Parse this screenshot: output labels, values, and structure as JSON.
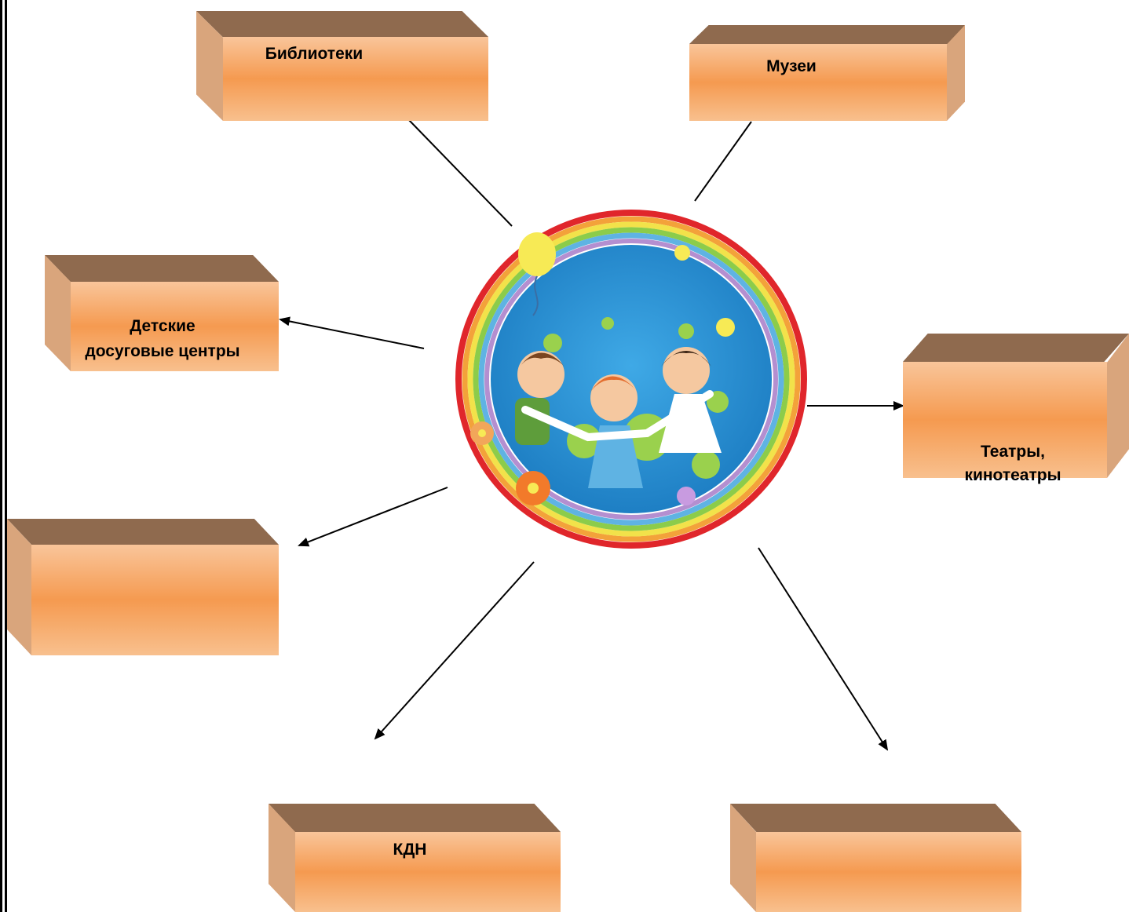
{
  "center": {
    "image": "children-rainbow-circle-illustration"
  },
  "nodes": [
    {
      "id": "libraries",
      "label": "Библиотеки"
    },
    {
      "id": "museums",
      "label": "Музеи"
    },
    {
      "id": "kids-centers",
      "label_line1": "Детские",
      "label_line2": "досуговые центры"
    },
    {
      "id": "theatres",
      "label_line1": "Театры,",
      "label_line2": "кинотеатры"
    },
    {
      "id": "blank-left",
      "label": ""
    },
    {
      "id": "kdn",
      "label": "КДН"
    },
    {
      "id": "blank-right",
      "label": ""
    }
  ],
  "colors": {
    "box_top": "#8f6a4e",
    "box_side": "#d9a57c",
    "box_face": "#f59a50"
  }
}
